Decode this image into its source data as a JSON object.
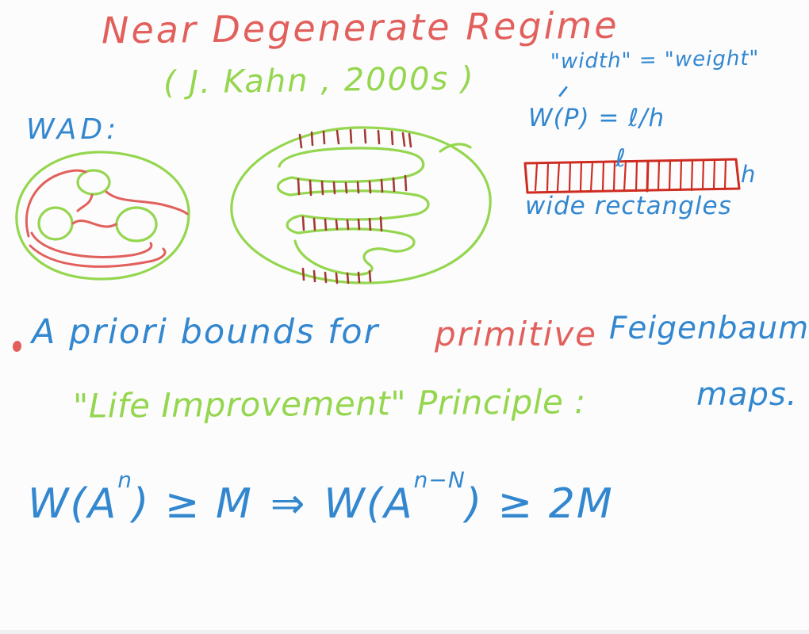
{
  "colors": {
    "background": "#fcfcfd",
    "red": "#e2605c",
    "green": "#95d64f",
    "blue": "#3287cf",
    "dark_red": "#a33a33",
    "rect_red": "#cf2c20"
  },
  "title": {
    "main": "Near Degenerate Regime",
    "attribution": "( J. Kahn , 2000s )"
  },
  "notes": {
    "width_weight": "\"width\" = \"weight\"",
    "width_formula": "W(P) = ℓ/h",
    "rect_length_label": "ℓ",
    "rect_height_label": "h",
    "rect_caption": "wide rectangles"
  },
  "wad": {
    "label": "WAD:"
  },
  "bullet": {
    "text_blue_1": "A priori bounds for",
    "text_red": "primitive",
    "text_blue_2": "Feigenbaum",
    "text_line2": "maps."
  },
  "principle": {
    "heading": "\"Life Improvement\" Principle :"
  },
  "formula": {
    "p1": "W(A",
    "sup1": "n",
    "p2": ") ≥ M",
    "implies": "⇒",
    "p3": "W(A",
    "sup2": "n−N",
    "p4": ") ≥ 2M"
  }
}
